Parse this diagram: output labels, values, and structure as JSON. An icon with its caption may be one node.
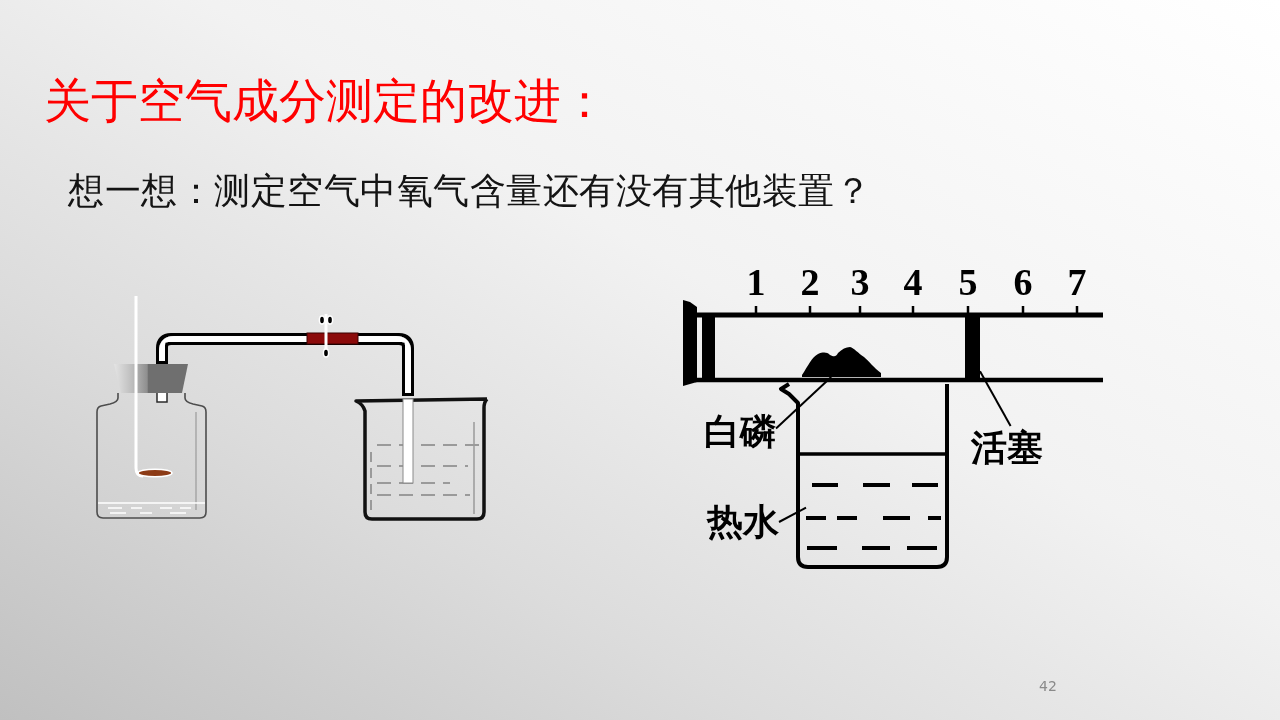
{
  "diagram": {
    "title": "关于空气成分测定的改进：",
    "nodes": [
      {
        "text": [],
        "shape": "picture"
      },
      {
        "text": [],
        "shape": "picture"
      },
      {
        "text": [],
        "shape": "picture"
      },
      {
        "text": [],
        "shape": "picture",
        "in": 2
      },
      {
        "text": [],
        "shape": "bar",
        "in": 2
      },
      {
        "text": [],
        "shape": "picture"
      },
      {
        "text": [
          "白磷"
        ]
      },
      {
        "text": [
          "活塞"
        ]
      },
      {
        "text": [
          "热水"
        ]
      },
      {
        "text": [],
        "shape": "picture",
        "in": 5
      }
    ],
    "edges": [
      {
        "from": 0,
        "to": 1,
        "arrow": "none",
        "style": "thick"
      },
      {
        "from": 6,
        "to": 3,
        "arrow": "none"
      },
      {
        "from": 7,
        "to": 4,
        "arrow": "none"
      },
      {
        "from": 8,
        "to": 9,
        "arrow": "none"
      }
    ],
    "labels": [
      "想一想：测定空气中氧气含量还有没有其他装置？",
      "1",
      "2",
      "3",
      "4",
      "5",
      "6",
      "7",
      "42"
    ]
  }
}
